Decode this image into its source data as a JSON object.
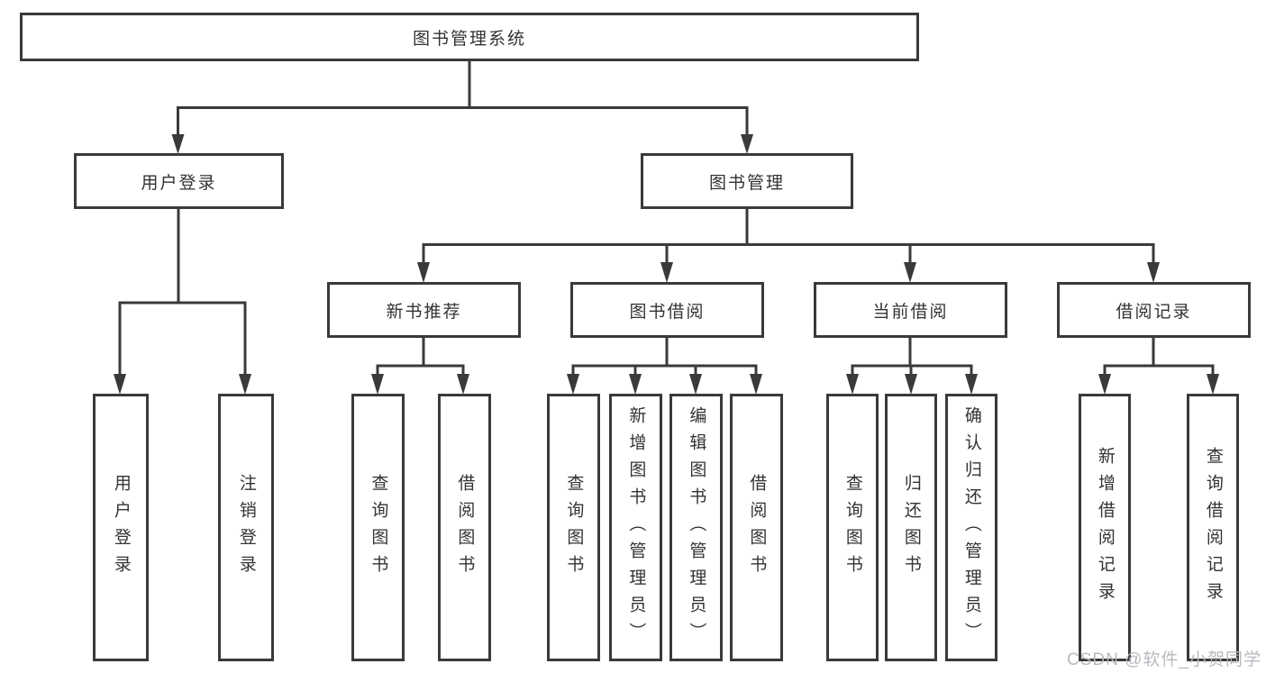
{
  "diagram": {
    "root": {
      "label": "图书管理系统"
    },
    "branches": [
      {
        "label": "用户登录",
        "children": [
          {
            "label": "用户登录"
          },
          {
            "label": "注销登录"
          }
        ]
      },
      {
        "label": "图书管理",
        "sections": [
          {
            "label": "新书推荐",
            "children": [
              {
                "label": "查询图书"
              },
              {
                "label": "借阅图书"
              }
            ]
          },
          {
            "label": "图书借阅",
            "children": [
              {
                "label": "查询图书"
              },
              {
                "label": "新增图书（管理员）"
              },
              {
                "label": "编辑图书（管理员）"
              },
              {
                "label": "借阅图书"
              }
            ]
          },
          {
            "label": "当前借阅",
            "children": [
              {
                "label": "查询图书"
              },
              {
                "label": "归还图书"
              },
              {
                "label": "确认归还（管理员）"
              }
            ]
          },
          {
            "label": "借阅记录",
            "children": [
              {
                "label": "新增借阅记录"
              },
              {
                "label": "查询借阅记录"
              }
            ]
          }
        ]
      }
    ]
  },
  "watermark": {
    "text": "CSDN @软件_小贺同学"
  },
  "colors": {
    "line": "#3a3a3a",
    "text": "#333333",
    "box_background": "#ffffff",
    "background": "#ffffff",
    "watermark": "#b4b7bc"
  }
}
